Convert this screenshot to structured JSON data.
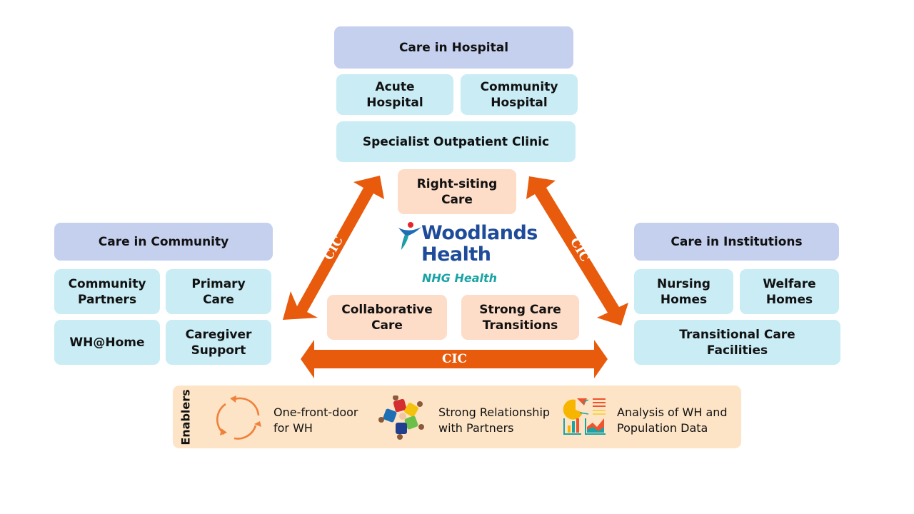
{
  "hospital": {
    "header": "Care in Hospital",
    "items": [
      "Acute Hospital",
      "Community Hospital",
      "Specialist Outpatient Clinic"
    ]
  },
  "community": {
    "header": "Care in Community",
    "items": [
      "Community Partners",
      "Primary Care",
      "WH@Home",
      "Caregiver Support"
    ]
  },
  "institutions": {
    "header": "Care in Institutions",
    "items": [
      "Nursing Homes",
      "Welfare Homes",
      "Transitional Care Facilities"
    ]
  },
  "center": {
    "pillars": [
      "Right-siting Care",
      "Collaborative Care",
      "Strong Care Transitions"
    ],
    "logo": {
      "name_line1": "Woodlands",
      "name_line2": "Health",
      "tagline": "NHG Health"
    }
  },
  "arrows": {
    "left": "CIC",
    "right": "CIC",
    "bottom": "CIC"
  },
  "enablers": {
    "label": "Enablers",
    "items": [
      {
        "icon": "cycle-arrows-icon",
        "line1": "One-front-door",
        "line2": "for WH"
      },
      {
        "icon": "people-circle-icon",
        "line1": "Strong Relationship",
        "line2": "with Partners"
      },
      {
        "icon": "analytics-icon",
        "line1": "Analysis of WH and",
        "line2": "Population Data"
      }
    ]
  },
  "colors": {
    "header_fill": "#c5d0ef",
    "sub_fill": "#c9ecf5",
    "peach_fill": "#fddcc8",
    "arrow_orange": "#e85a0c",
    "enablers_fill": "#fde4c6",
    "logo_blue": "#1f4c9a",
    "logo_teal": "#1aa3a5"
  }
}
